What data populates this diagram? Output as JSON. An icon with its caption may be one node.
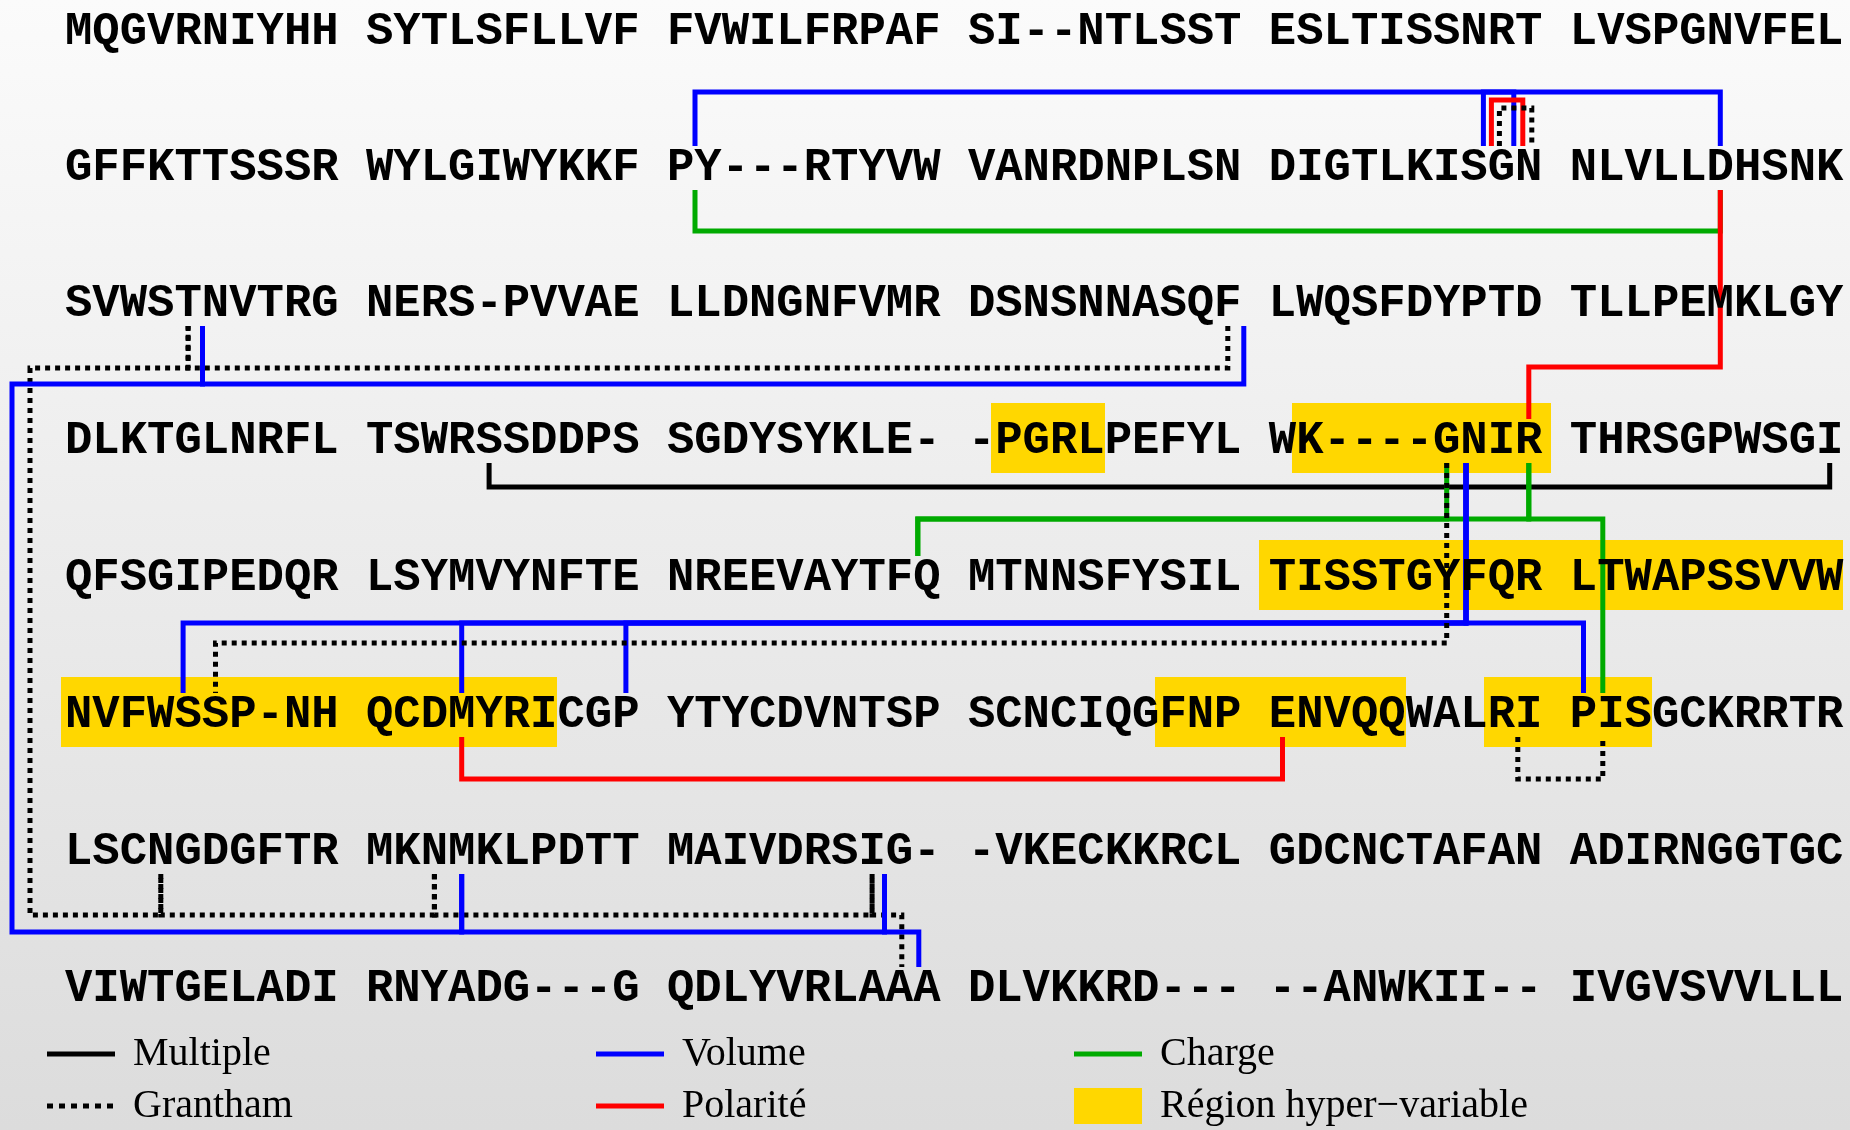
{
  "diagram": {
    "nodes": [
      {
        "text": [
          "MQGVRNIYHH"
        ]
      },
      {
        "text": [
          "SYTLSFLLVF"
        ]
      },
      {
        "text": [
          "FVWILFRPAF"
        ]
      },
      {
        "text": [
          "SI--NTLSST"
        ]
      },
      {
        "text": [
          "ESLTISSNRT"
        ]
      },
      {
        "text": [
          "LVSPGNVFEL"
        ]
      },
      {
        "text": [
          "GFFKTTSSSR"
        ]
      },
      {
        "text": [
          "WYLGIWYKKF"
        ]
      },
      {
        "text": [
          "PY---RTYVW"
        ]
      },
      {
        "text": [
          "VANRDNPLSN"
        ]
      },
      {
        "text": [
          "DIGTLKISGN"
        ]
      },
      {
        "text": [
          "NLVLLDHSNK"
        ]
      },
      {
        "text": [
          "SVWSTNVTRG"
        ]
      },
      {
        "text": [
          "NERS-PVVAE"
        ]
      },
      {
        "text": [
          "LLDNGNFVMR"
        ]
      },
      {
        "text": [
          "DSNSNNASQF"
        ]
      },
      {
        "text": [
          "LWQSFDYPTD"
        ]
      },
      {
        "text": [
          "TLLPEMKLGY"
        ]
      },
      {
        "text": [
          "DLKTGLNRFL"
        ]
      },
      {
        "text": [
          "TSWRSSDDPS"
        ]
      },
      {
        "text": [
          "SGDYSYKLE-"
        ]
      },
      {
        "text": [
          "-PGRLPEFYL"
        ]
      },
      {
        "text": [
          "WK----GNIR"
        ]
      },
      {
        "text": [
          "THRSGPWSGI"
        ]
      },
      {
        "text": [
          "QFSGIPEDQR"
        ]
      },
      {
        "text": [
          "LSYMVYNFTE"
        ]
      },
      {
        "text": [
          "NREEVAYTFQ"
        ]
      },
      {
        "text": [
          "MTNNSFYSIL"
        ]
      },
      {
        "text": [
          "TISSTGYFQR"
        ]
      },
      {
        "text": [
          "LTWAPSSVVW"
        ]
      },
      {
        "text": [
          "NVFWSSP-NH"
        ]
      },
      {
        "text": [
          "QCDMYRICGP"
        ]
      },
      {
        "text": [
          "YTYCDVNTSP"
        ]
      },
      {
        "text": [
          "SCNCIQGFNP"
        ]
      },
      {
        "text": [
          "ENVQQWALRI"
        ]
      },
      {
        "text": [
          "PISGCKRRTR"
        ]
      },
      {
        "text": [
          "LSCNGDGFTR"
        ]
      },
      {
        "text": [
          "MKNMKLPDTT"
        ]
      },
      {
        "text": [
          "MAIVDRSIG-"
        ]
      },
      {
        "text": [
          "-VKECKKRCL"
        ]
      },
      {
        "text": [
          "GDCNCTAFAN"
        ]
      },
      {
        "text": [
          "ADIRNGGTGC"
        ]
      },
      {
        "text": [
          "VIWTGELADI"
        ]
      },
      {
        "text": [
          "RNYADG---G"
        ]
      },
      {
        "text": [
          "QDLYVRLAAA"
        ]
      },
      {
        "text": [
          "DLVKKRD---"
        ]
      },
      {
        "text": [
          "--ANWKII--"
        ]
      },
      {
        "text": [
          "IVGVSVVLLL"
        ]
      }
    ],
    "edges": [
      {
        "from": 8,
        "to": 11,
        "arrow": "none"
      },
      {
        "from": 10,
        "to": 10,
        "arrow": "none"
      },
      {
        "from": 10,
        "to": 10,
        "arrow": "none",
        "color": "#ff0000"
      },
      {
        "from": 10,
        "to": 10,
        "arrow": "none",
        "style": "dashed",
        "color": "#000000"
      },
      {
        "from": 8,
        "to": 11,
        "arrow": "none",
        "color": "#00aa00"
      },
      {
        "from": 11,
        "to": 22,
        "arrow": "none",
        "color": "#ff0000"
      },
      {
        "from": 15,
        "to": 12,
        "arrow": "none",
        "style": "dashed",
        "color": "#000000"
      },
      {
        "from": 12,
        "to": 36,
        "arrow": "none",
        "style": "dashed",
        "color": "#000000"
      },
      {
        "from": 36,
        "to": 37,
        "arrow": "none",
        "style": "dashed",
        "color": "#000000"
      },
      {
        "from": 37,
        "to": 38,
        "arrow": "none",
        "style": "dashed",
        "color": "#000000"
      },
      {
        "from": 38,
        "to": 44,
        "arrow": "none",
        "style": "dashed",
        "color": "#000000"
      },
      {
        "from": 15,
        "to": 12,
        "arrow": "none"
      },
      {
        "from": 12,
        "to": 37,
        "arrow": "none"
      },
      {
        "from": 37,
        "to": 38,
        "arrow": "none"
      },
      {
        "from": 38,
        "to": 44,
        "arrow": "none"
      },
      {
        "from": 19,
        "to": 23,
        "arrow": "none",
        "color": "#000000"
      },
      {
        "from": 22,
        "to": 26,
        "arrow": "none",
        "color": "#00aa00"
      },
      {
        "from": 22,
        "to": 26,
        "arrow": "none",
        "color": "#00aa00"
      },
      {
        "from": 22,
        "to": 35,
        "arrow": "none",
        "color": "#00aa00"
      },
      {
        "from": 22,
        "to": 30,
        "arrow": "none"
      },
      {
        "from": 22,
        "to": 31,
        "arrow": "none"
      },
      {
        "from": 22,
        "to": 31,
        "arrow": "none"
      },
      {
        "from": 22,
        "to": 35,
        "arrow": "none"
      },
      {
        "from": 22,
        "to": 30,
        "arrow": "none",
        "style": "dashed",
        "color": "#000000"
      },
      {
        "from": 31,
        "to": 34,
        "arrow": "none",
        "color": "#ff0000"
      },
      {
        "from": 34,
        "to": 35,
        "arrow": "none",
        "style": "dashed",
        "color": "#000000"
      }
    ],
    "legend": [
      {
        "text": "Multiple"
      },
      {
        "text": "Grantham"
      },
      {
        "text": "Volume"
      },
      {
        "text": "Polarité"
      },
      {
        "text": "Charge"
      },
      {
        "text": "Région hyper−variable",
        "color": "#ffd700"
      }
    ]
  }
}
